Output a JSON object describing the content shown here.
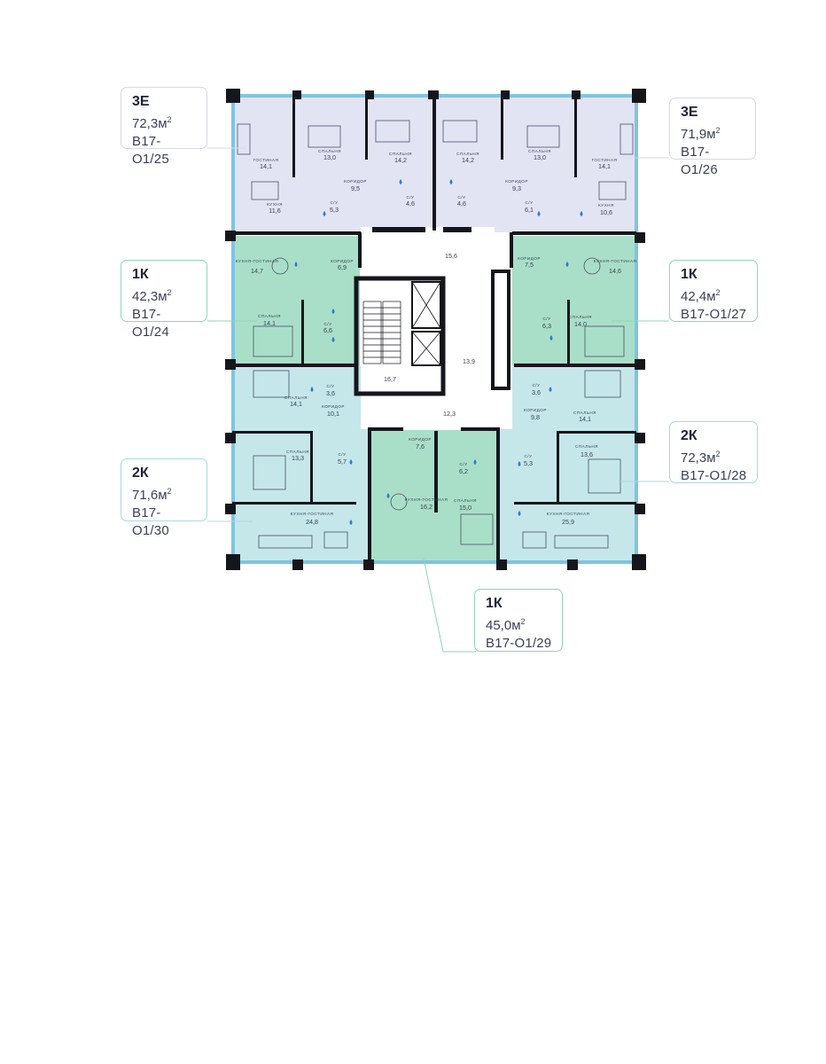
{
  "units": [
    {
      "id": "u25",
      "type": "3Е",
      "area": "72,3",
      "sup": "2",
      "code": "В17-О1/25"
    },
    {
      "id": "u26",
      "type": "3Е",
      "area": "71,9",
      "sup": "2",
      "code": "В17-О1/26"
    },
    {
      "id": "u24",
      "type": "1К",
      "area": "42,3",
      "sup": "2",
      "code": "В17-О1/24"
    },
    {
      "id": "u27",
      "type": "1К",
      "area": "42,4",
      "sup": "2",
      "code": "В17-О1/27"
    },
    {
      "id": "u28",
      "type": "2К",
      "area": "72,3",
      "sup": "2",
      "code": "В17-О1/28"
    },
    {
      "id": "u30",
      "type": "2К",
      "area": "71,6",
      "sup": "2",
      "code": "В17-О1/30"
    },
    {
      "id": "u29",
      "type": "1К",
      "area": "45,0",
      "sup": "2",
      "code": "В17-О1/29"
    }
  ],
  "unit_unit": "м",
  "room_names": {
    "living": "ГОСТИНАЯ",
    "bedroom": "СПАЛЬНЯ",
    "corridor": "КОРИДОР",
    "bath": "С/У",
    "kitchen": "КУХНЯ",
    "kitchen_living": "КУХНЯ-ГОСТИНАЯ"
  },
  "rooms": [
    {
      "name": "ГОСТИНАЯ",
      "area": "14,1"
    },
    {
      "name": "СПАЛЬНЯ",
      "area": "13,0"
    },
    {
      "name": "СПАЛЬНЯ",
      "area": "14,2"
    },
    {
      "name": "СПАЛЬНЯ",
      "area": "14,2"
    },
    {
      "name": "СПАЛЬНЯ",
      "area": "13,0"
    },
    {
      "name": "ГОСТИНАЯ",
      "area": "14,1"
    },
    {
      "name": "КОРИДОР",
      "area": "9,5"
    },
    {
      "name": "С/У",
      "area": "4,6"
    },
    {
      "name": "С/У",
      "area": "4,6"
    },
    {
      "name": "КОРИДОР",
      "area": "9,3"
    },
    {
      "name": "КУХНЯ",
      "area": "11,6"
    },
    {
      "name": "С/У",
      "area": "5,3"
    },
    {
      "name": "С/У",
      "area": "6,1"
    },
    {
      "name": "КУХНЯ",
      "area": "10,6"
    },
    {
      "name": "",
      "area": "15,6"
    },
    {
      "name": "КУХНЯ-ГОСТИНАЯ",
      "area": "14,7"
    },
    {
      "name": "КОРИДОР",
      "area": "6,9"
    },
    {
      "name": "КОРИДОР",
      "area": "7,5"
    },
    {
      "name": "КУХНЯ-ГОСТИНАЯ",
      "area": "14,6"
    },
    {
      "name": "СПАЛЬНЯ",
      "area": "14,1"
    },
    {
      "name": "С/У",
      "area": "6,6"
    },
    {
      "name": "С/У",
      "area": "6,3"
    },
    {
      "name": "СПАЛЬНЯ",
      "area": "14,0"
    },
    {
      "name": "",
      "area": "13,9"
    },
    {
      "name": "",
      "area": "16,7"
    },
    {
      "name": "С/У",
      "area": "3,6"
    },
    {
      "name": "С/У",
      "area": "3,6"
    },
    {
      "name": "СПАЛЬНЯ",
      "area": "14,1"
    },
    {
      "name": "СПАЛЬНЯ",
      "area": "14,1"
    },
    {
      "name": "КОРИДОР",
      "area": "10,1"
    },
    {
      "name": "КОРИДОР",
      "area": "9,8"
    },
    {
      "name": "",
      "area": "12,3"
    },
    {
      "name": "СПАЛЬНЯ",
      "area": "13,3"
    },
    {
      "name": "С/У",
      "area": "5,7"
    },
    {
      "name": "КОРИДОР",
      "area": "7,6"
    },
    {
      "name": "С/У",
      "area": "6,2"
    },
    {
      "name": "С/У",
      "area": "5,3"
    },
    {
      "name": "СПАЛЬНЯ",
      "area": "13,6"
    },
    {
      "name": "КУХНЯ-ГОСТИНАЯ",
      "area": "16,2"
    },
    {
      "name": "СПАЛЬНЯ",
      "area": "15,0"
    },
    {
      "name": "КУХНЯ-ГОСТИНАЯ",
      "area": "24,8"
    },
    {
      "name": "КУХНЯ-ГОСТИНАЯ",
      "area": "25,9"
    }
  ],
  "colors": {
    "apt_3e": "#e3e4f3",
    "apt_1k": "#a9dfc8",
    "apt_2k": "#c5e7ea",
    "wall": "#15161c",
    "window": "#7fc4e4",
    "water": "#2a7bd0",
    "common": "#ffffff"
  }
}
